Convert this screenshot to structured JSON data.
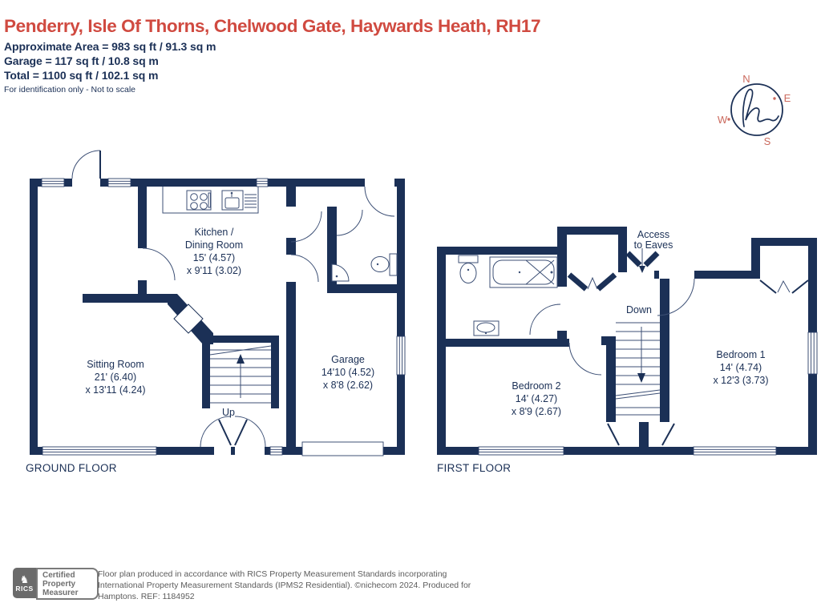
{
  "header": {
    "title": "Penderry, Isle Of Thorns, Chelwood Gate, Haywards Heath, RH17",
    "area_line1": "Approximate Area = 983 sq ft / 91.3 sq m",
    "area_line2": "Garage = 117 sq ft / 10.8 sq m",
    "area_line3": "Total = 1100 sq ft / 102.1 sq m",
    "disclaimer": "For identification only - Not to scale"
  },
  "compass": {
    "north": "N",
    "east": "E",
    "south": "S",
    "west": "W"
  },
  "ground_floor": {
    "label": "GROUND FLOOR",
    "stairs_label": "Up",
    "kitchen": [
      "Kitchen /",
      "Dining Room",
      "15' (4.57)",
      "x 9'11 (3.02)"
    ],
    "sitting_room": [
      "Sitting Room",
      "21' (6.40)",
      "x 13'11 (4.24)"
    ],
    "garage": [
      "Garage",
      "14'10 (4.52)",
      "x 8'8 (2.62)"
    ]
  },
  "first_floor": {
    "label": "FIRST FLOOR",
    "stairs_label": "Down",
    "access": [
      "Access",
      "to Eaves"
    ],
    "bedroom_1": [
      "Bedroom 1",
      "14' (4.74)",
      "x 12'3 (3.73)"
    ],
    "bedroom_2": [
      "Bedroom 2",
      "14' (4.27)",
      "x 8'9 (2.67)"
    ]
  },
  "footer": {
    "rics_label": "RICS",
    "badge_line1": "Certified",
    "badge_line2": "Property",
    "badge_line3": "Measurer",
    "note_line1": "Floor plan produced in accordance with RICS Property Measurement Standards incorporating",
    "note_line2": "International Property Measurement Standards (IPMS2 Residential).   ©nichecom 2024.    Produced for",
    "note_line3": "Hamptons.    REF: 1184952"
  },
  "colors": {
    "wall_navy": "#1b3056",
    "title_red": "#d04a40",
    "compass_letters": "#cb6a5e",
    "footer_gray": "#5c5c5c",
    "rics_gray": "#6b6b6b"
  }
}
